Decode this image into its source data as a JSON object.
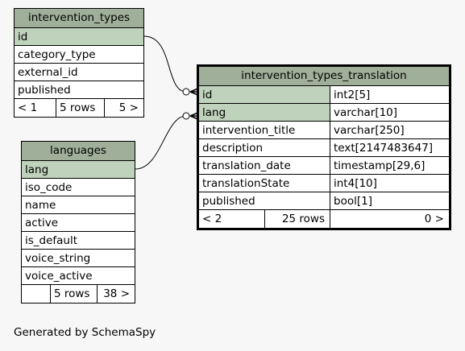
{
  "tables": {
    "intervention_types": {
      "title": "intervention_types",
      "columns": [
        "id",
        "category_type",
        "external_id",
        "published"
      ],
      "footer": [
        "< 1",
        "5 rows",
        "5 >"
      ]
    },
    "languages": {
      "title": "languages",
      "columns": [
        "lang",
        "iso_code",
        "name",
        "active",
        "is_default",
        "voice_string",
        "voice_active"
      ],
      "footer": [
        "",
        "5 rows",
        "38 >"
      ]
    },
    "intervention_types_translation": {
      "title": "intervention_types_translation",
      "columns": [
        {
          "name": "id",
          "type": "int2[5]"
        },
        {
          "name": "lang",
          "type": "varchar[10]"
        },
        {
          "name": "intervention_title",
          "type": "varchar[250]"
        },
        {
          "name": "description",
          "type": "text[2147483647]"
        },
        {
          "name": "translation_date",
          "type": "timestamp[29,6]"
        },
        {
          "name": "translationState",
          "type": "int4[10]"
        },
        {
          "name": "published",
          "type": "bool[1]"
        }
      ],
      "footer": [
        "< 2",
        "25 rows",
        "0 >"
      ]
    }
  },
  "relationships": [
    {
      "from": "intervention_types.id",
      "to": "intervention_types_translation.id"
    },
    {
      "from": "languages.lang",
      "to": "intervention_types_translation.lang"
    }
  ],
  "credit": "Generated by SchemaSpy"
}
